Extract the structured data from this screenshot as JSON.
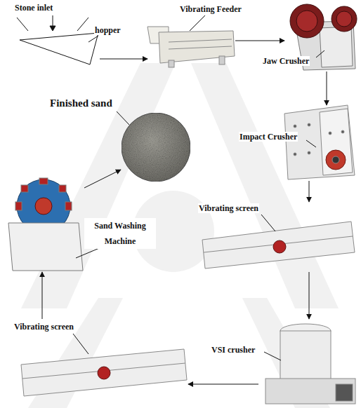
{
  "diagram": {
    "nodes": [
      {
        "text": [
          "Stone inlet",
          "hopper"
        ]
      },
      {
        "text": [
          "Vibrating Feeder"
        ]
      },
      {
        "text": [
          "Jaw Crusher"
        ]
      },
      {
        "text": [
          "Impact Crusher"
        ]
      },
      {
        "text": [
          "Vibrating screen"
        ]
      },
      {
        "text": [
          "VSI crusher"
        ]
      },
      {
        "text": [
          "Vibrating screen"
        ]
      },
      {
        "text": [
          "Sand Washing Machine"
        ]
      },
      {
        "text": [
          "Finished sand"
        ]
      }
    ],
    "edges": [
      {
        "from": 0,
        "to": 1,
        "arrow": "to"
      },
      {
        "from": 1,
        "to": 2,
        "arrow": "to"
      },
      {
        "from": 2,
        "to": 3,
        "arrow": "to"
      },
      {
        "from": 3,
        "to": 4,
        "arrow": "to"
      },
      {
        "from": 4,
        "to": 5,
        "arrow": "to"
      },
      {
        "from": 5,
        "to": 6,
        "arrow": "to"
      },
      {
        "from": 6,
        "to": 7,
        "arrow": "to"
      },
      {
        "from": 7,
        "to": 8,
        "arrow": "to"
      }
    ]
  }
}
